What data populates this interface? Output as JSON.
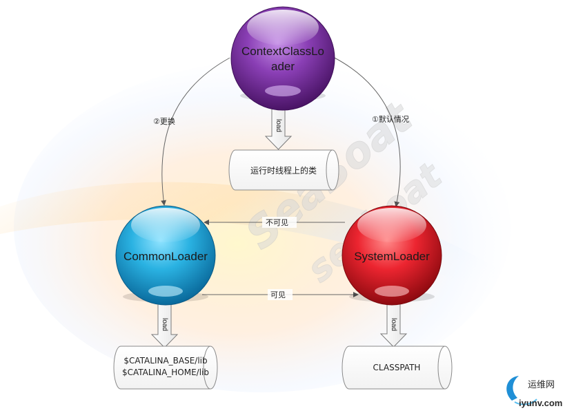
{
  "nodes": {
    "context": {
      "label_line1": "ContextClassLo",
      "label_line2": "ader",
      "color": "#7a2f9e"
    },
    "common": {
      "label": "CommonLoader",
      "color": "#28a8d6"
    },
    "system": {
      "label": "SystemLoader",
      "color": "#e2202a"
    }
  },
  "edges": {
    "replace": "②更换",
    "default": "①默认情况",
    "invisible": "不可见",
    "visible": "可见"
  },
  "load_arrows": {
    "context": "load",
    "common": "load",
    "system": "load"
  },
  "drums": {
    "runtime": "运行时线程上的类",
    "catalina_base": "$CATALINA_BASE/lib",
    "catalina_home": "$CATALINA_HOME/lib",
    "classpath": "CLASSPATH"
  },
  "watermark": {
    "line1": "SeaBoat",
    "line2": "seaboat"
  },
  "logo": {
    "cn": "运维网",
    "en": "iyunv.com"
  }
}
